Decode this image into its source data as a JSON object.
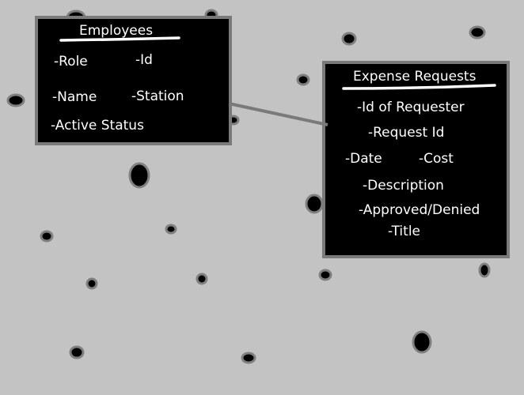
{
  "entities": {
    "employees": {
      "title": "Employees",
      "fields": {
        "role": "-Role",
        "id": "-Id",
        "name": "-Name",
        "station": "-Station",
        "active_status": "-Active Status"
      }
    },
    "expense_requests": {
      "title": "Expense Requests",
      "fields": {
        "requester_id": "-Id of Requester",
        "request_id": "-Request Id",
        "date": "-Date",
        "cost": "-Cost",
        "description": "-Description",
        "approved_denied": "-Approved/Denied",
        "title": "-Title"
      }
    }
  },
  "relationships": [
    {
      "from": "Employees",
      "to": "Expense Requests"
    }
  ],
  "colors": {
    "background": "#c3c3c3",
    "box_fill": "#000000",
    "box_border": "#7a7a7a",
    "text": "#ffffff",
    "connector": "#7a7a7a",
    "speck_fill": "#000000",
    "speck_ring": "#7f7f7f"
  }
}
